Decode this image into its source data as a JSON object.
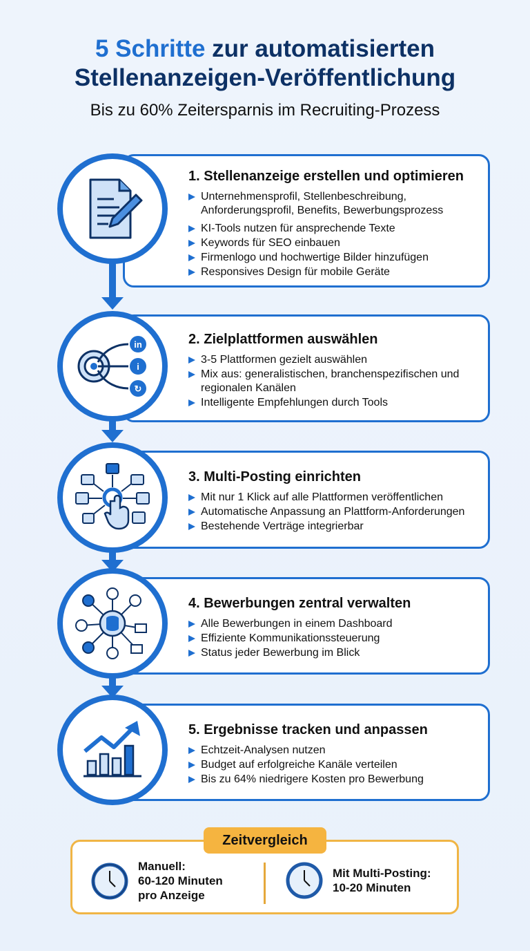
{
  "header": {
    "title_accent": "5 Schritte",
    "title_rest": " zur automatisierten",
    "title_line2": "Stellenanzeigen-Veröffentlichung",
    "subtitle": "Bis zu 60% Zeitersparnis im Recruiting-Prozess"
  },
  "steps": [
    {
      "title": "1. Stellenanzeige erstellen und optimieren",
      "icon": "document-pencil-icon",
      "items": [
        "Unternehmensprofil, Stellenbeschreibung, Anforderungsprofil, Benefits, Bewerbungsprozess",
        "KI-Tools nutzen für ansprechende Texte",
        "Keywords für SEO einbauen",
        "Firmenlogo und hochwertige Bilder hinzufügen",
        "Responsives Design für mobile Geräte"
      ]
    },
    {
      "title": "2. Zielplattformen auswählen",
      "icon": "target-platforms-icon",
      "items": [
        "3-5 Plattformen gezielt auswählen",
        "Mix aus: generalistischen, branchenspezifischen und regionalen Kanälen",
        "Intelligente Empfehlungen durch Tools"
      ]
    },
    {
      "title": "3. Multi-Posting einrichten",
      "icon": "multi-posting-click-icon",
      "items": [
        "Mit nur 1 Klick auf alle Plattformen veröffentlichen",
        "Automatische Anpassung an Plattform-Anforderungen",
        "Bestehende Verträge integrierbar"
      ]
    },
    {
      "title": "4. Bewerbungen zentral verwalten",
      "icon": "database-hub-icon",
      "items": [
        "Alle Bewerbungen in einem Dashboard",
        "Effiziente Kommunikationssteuerung",
        "Status jeder Bewerbung im Blick"
      ]
    },
    {
      "title": "5. Ergebnisse tracken und anpassen",
      "icon": "growth-chart-icon",
      "items": [
        "Echtzeit-Analysen nutzen",
        "Budget auf erfolgreiche Kanäle verteilen",
        "Bis zu 64% niedrigere Kosten pro Bewerbung"
      ]
    }
  ],
  "comparison": {
    "title": "Zeitvergleich",
    "manual": {
      "line1": "Manuell:",
      "line2": "60-120 Minuten",
      "line3": "pro Anzeige"
    },
    "multi": {
      "line1": "Mit Multi-Posting:",
      "line2": "10-20 Minuten"
    }
  },
  "colors": {
    "primary": "#1f6fd0",
    "navy": "#0d3165",
    "accent": "#f5b440"
  }
}
